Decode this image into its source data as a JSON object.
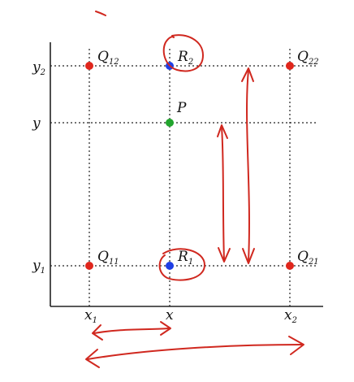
{
  "axes": {
    "x_ticks": [
      {
        "main": "x",
        "sub": "1"
      },
      {
        "main": "x",
        "sub": ""
      },
      {
        "main": "x",
        "sub": "2"
      }
    ],
    "y_ticks": [
      {
        "main": "y",
        "sub": "2"
      },
      {
        "main": "y",
        "sub": ""
      },
      {
        "main": "y",
        "sub": "1"
      }
    ]
  },
  "points": [
    {
      "main": "Q",
      "sub": "12",
      "color": "#e0261c"
    },
    {
      "main": "R",
      "sub": "2",
      "color": "#1f3fe6"
    },
    {
      "main": "Q",
      "sub": "22",
      "color": "#e0261c"
    },
    {
      "main": "P",
      "sub": "",
      "color": "#22a52e"
    },
    {
      "main": "Q",
      "sub": "11",
      "color": "#e0261c"
    },
    {
      "main": "R",
      "sub": "1",
      "color": "#1f3fe6"
    },
    {
      "main": "Q",
      "sub": "21",
      "color": "#e0261c"
    }
  ],
  "annotation_color": "#d0281f"
}
